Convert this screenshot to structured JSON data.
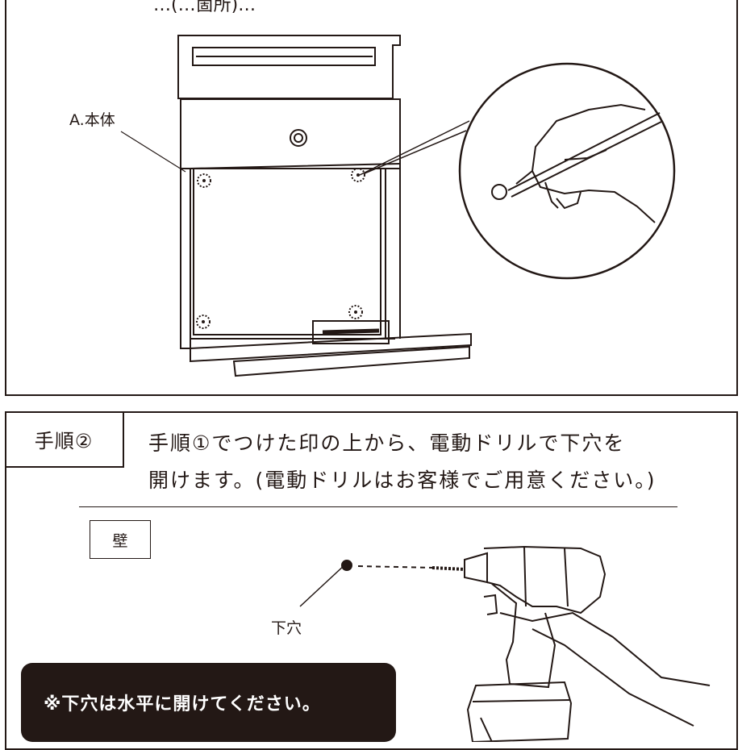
{
  "top_panel": {
    "header_partial": "…(…箇所)…",
    "label_body": "A.本体"
  },
  "bottom_panel": {
    "step_label": "手順②",
    "instruction_line1": "手順①でつけた印の上から、電動ドリルで下穴を",
    "instruction_line2": "開けます。(電動ドリルはお客様でご用意ください。)",
    "wall_label": "壁",
    "pilot_hole_label": "下穴",
    "note": "※下穴は水平に開けてください。"
  }
}
